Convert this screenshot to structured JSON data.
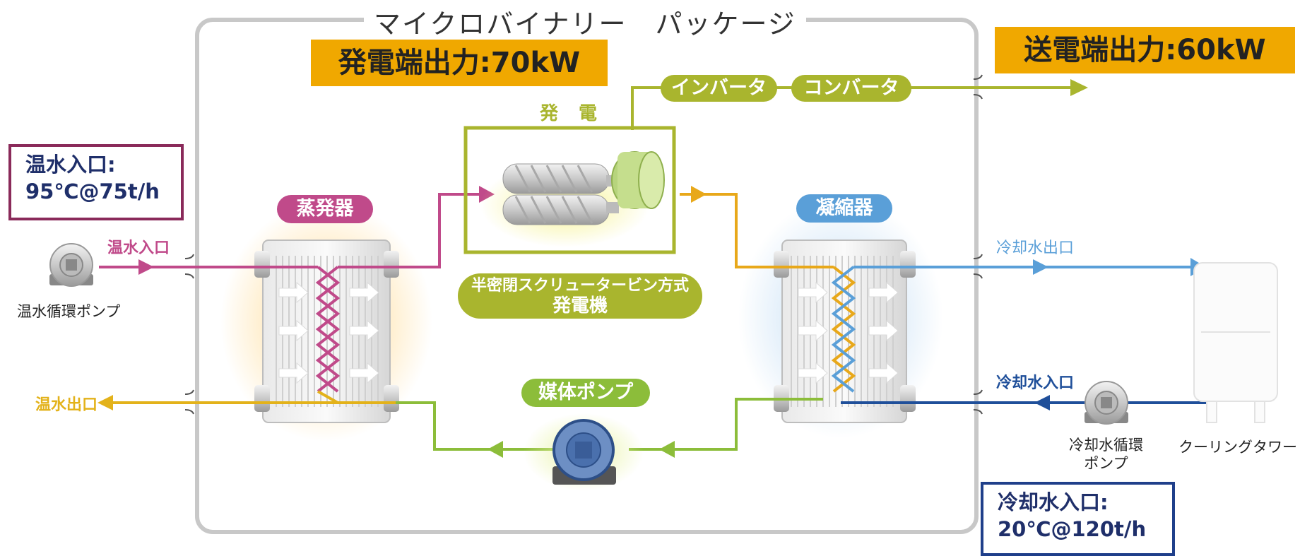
{
  "package_title": "マイクロバイナリー　パッケージ",
  "generation_output": "発電端出力:70kW",
  "transmission_output": "送電端出力:60kW",
  "hot_water_inlet_box": {
    "line1": "温水入口:",
    "line2": "95℃@75t/h"
  },
  "cooling_water_inlet_box": {
    "line1": "冷却水入口:",
    "line2": "20℃@120t/h"
  },
  "evaporator": "蒸発器",
  "condenser": "凝縮器",
  "generation": "発 電",
  "inverter": "インバータ",
  "converter": "コンバータ",
  "generator_caption": {
    "line1": "半密閉スクリュータービン方式",
    "line2": "発電機"
  },
  "media_pump": "媒体ポンプ",
  "hot_water_inlet": "温水入口",
  "hot_water_outlet": "温水出口",
  "hot_water_pump": "温水循環ポンプ",
  "cooling_water_outlet": "冷却水出口",
  "cooling_water_inlet": "冷却水入口",
  "cooling_pump": {
    "line1": "冷却水循環",
    "line2": "ポンプ"
  },
  "cooling_tower": "クーリングタワー",
  "colors": {
    "hot_in": "#c04a8a",
    "hot_out": "#e3b21a",
    "cool_out": "#5a9fd8",
    "cool_in": "#1f4f9a",
    "media": "#8cbd3a",
    "power": "#a9b52e",
    "title_box": "#f0a800",
    "hot_box_border": "#8a2a5a",
    "cool_box_border": "#1f3f8a"
  }
}
